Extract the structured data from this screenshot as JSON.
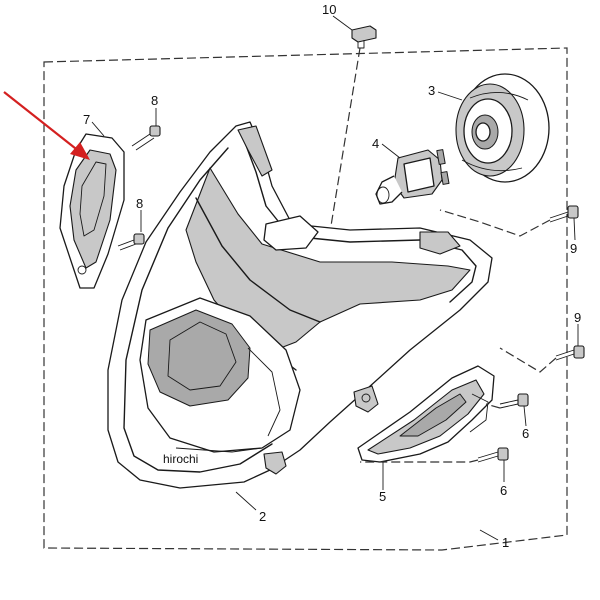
{
  "callouts": [
    "1",
    "2",
    "3",
    "4",
    "5",
    "6",
    "6",
    "7",
    "8",
    "8",
    "9",
    "9",
    "10"
  ],
  "watermark": "hirochi",
  "colors": {
    "pointer_arrow": "#d42020",
    "line": "#1a1a1a",
    "shade": "#c8c8c8"
  }
}
